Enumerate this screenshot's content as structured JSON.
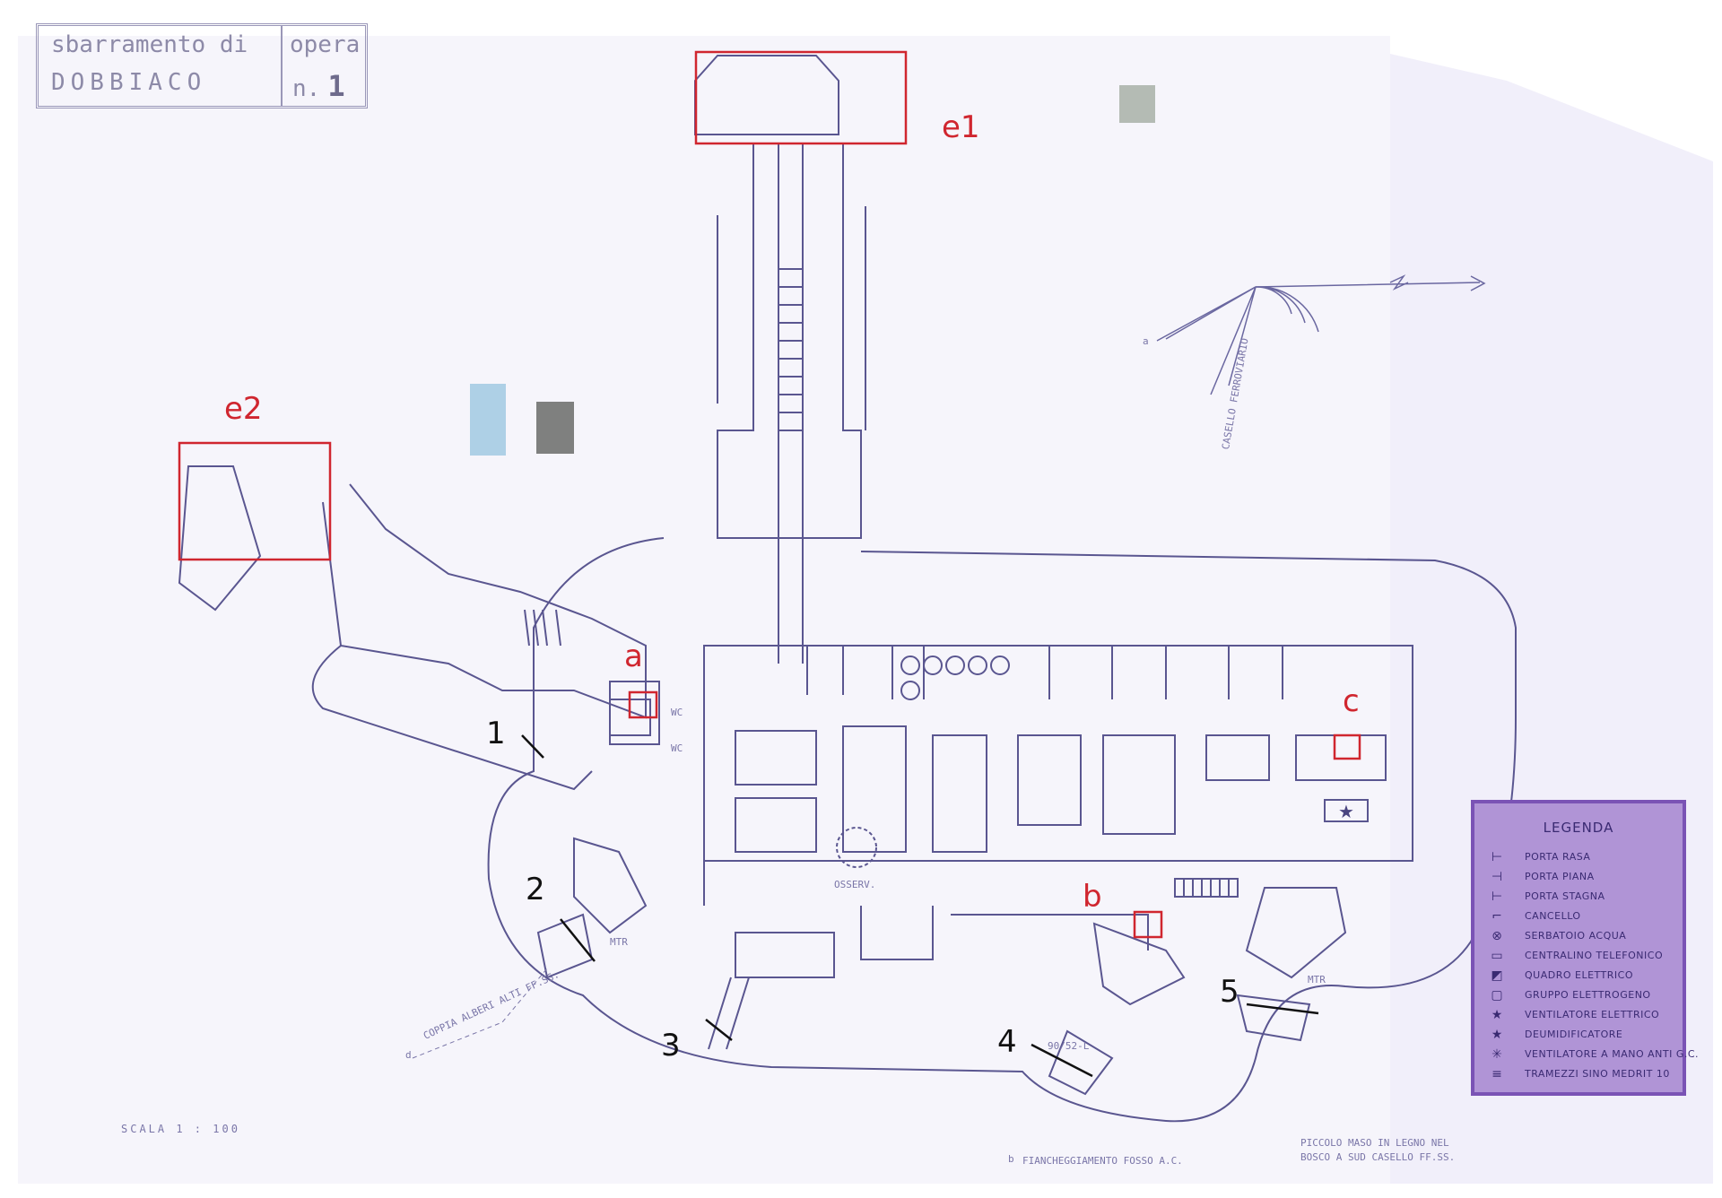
{
  "title_block": {
    "line1": "sbarramento di",
    "line2": "DOBBIACO",
    "opera_label": "opera",
    "number_prefix": "n.",
    "number": "1"
  },
  "markers": {
    "e1": "e1",
    "e2": "e2",
    "a": "a",
    "b": "b",
    "c": "c"
  },
  "numbers": {
    "n1": "1",
    "n2": "2",
    "n3": "3",
    "n4": "4",
    "n5": "5"
  },
  "plan_labels": {
    "wc1": "WC",
    "wc2": "WC",
    "osserv": "OSSERV.",
    "mtr_left": "MTR",
    "mtr_right": "MTR",
    "gun": "90/52-L",
    "scale": "SCALA  1 : 100",
    "coppia": "COPPIA ALBERI ALTI FF.SS.",
    "fiancheggiamento": "FIANCHEGGIAMENTO FOSSO A.C.",
    "piccolo_line1": "PICCOLO  MASO  IN  LEGNO  NEL",
    "piccolo_line2": "BOSCO  A  SUD  CASELLO  FF.SS.",
    "casello": "CASELLO FERROVIARIO",
    "d_letter": "d",
    "b_letter": "b",
    "a_letter": "a"
  },
  "legend": {
    "title": "LEGENDA",
    "items": [
      {
        "symbol": "⊢",
        "label": "PORTA RASA"
      },
      {
        "symbol": "⊣",
        "label": "PORTA PIANA"
      },
      {
        "symbol": "⊢",
        "label": "PORTA STAGNA"
      },
      {
        "symbol": "⌐",
        "label": "CANCELLO"
      },
      {
        "symbol": "⊗",
        "label": "SERBATOIO ACQUA"
      },
      {
        "symbol": "▭",
        "label": "CENTRALINO TELEFONICO"
      },
      {
        "symbol": "◩",
        "label": "QUADRO ELETTRICO"
      },
      {
        "symbol": "▢",
        "label": "GRUPPO ELETTROGENO"
      },
      {
        "symbol": "★",
        "label": "VENTILATORE ELETTRICO"
      },
      {
        "symbol": "★",
        "label": "DEUMIDIFICATORE"
      },
      {
        "symbol": "✳",
        "label": "VENTILATORE A MANO ANTI G.C."
      },
      {
        "symbol": "≡",
        "label": "TRAMEZZI SINO MEDRIT 10"
      }
    ]
  },
  "colors": {
    "line": "#5a5690",
    "marker_red": "#d0262f",
    "legend_bg": "#b094d6",
    "legend_border": "#7a53b5"
  }
}
